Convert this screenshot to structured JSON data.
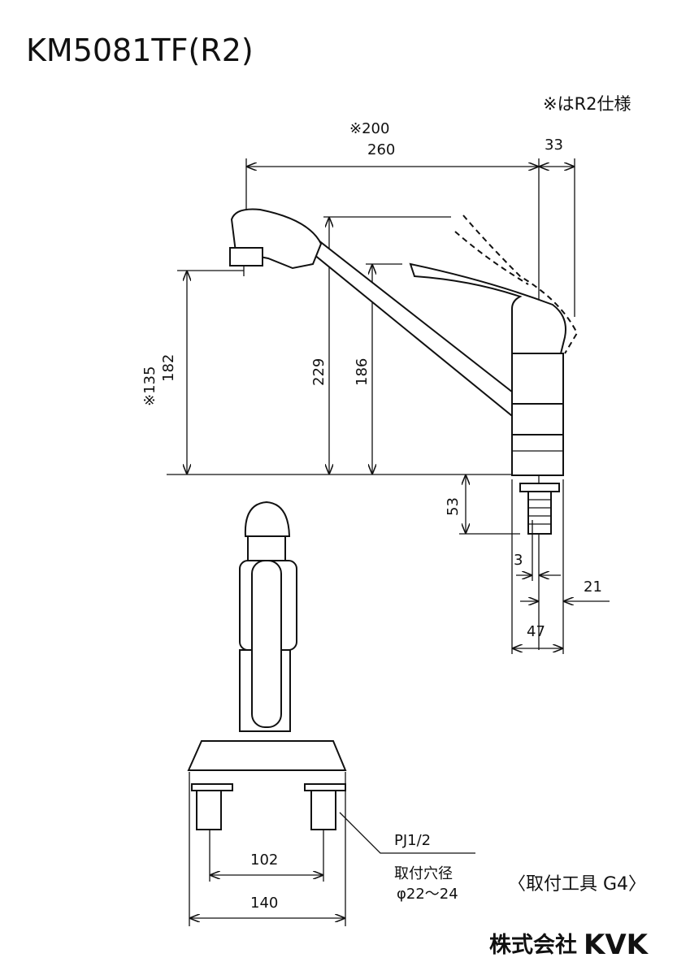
{
  "title": "KM5081TF(R2)",
  "note": "※はR2仕様",
  "dimensions": {
    "spout_reach_r2": "※200",
    "spout_reach": "260",
    "lever_offset": "33",
    "spout_height_r2": "※135",
    "spout_height": "182",
    "total_height": "229",
    "lever_height": "186",
    "shank_length": "53",
    "offset_3": "3",
    "offset_21": "21",
    "body_width": "47",
    "bolt_pitch": "102",
    "base_width": "140"
  },
  "labels": {
    "thread": "PJ1/2",
    "hole_label": "取付穴径",
    "hole_size": "φ22〜24",
    "tool": "〈取付工具 G4〉",
    "company": "株式会社",
    "brand": "KVK"
  }
}
